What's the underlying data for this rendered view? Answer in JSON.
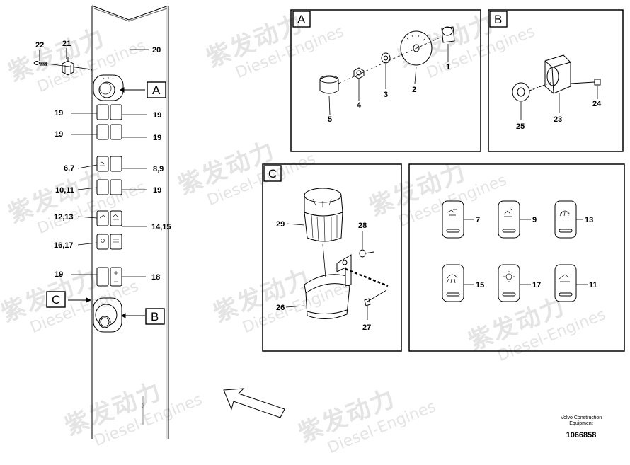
{
  "watermark": {
    "cn": "紫发动力",
    "en": "Diesel-Engines"
  },
  "panel_boxes": {
    "a": "A",
    "b": "B",
    "c": "C"
  },
  "callouts": {
    "n22": "22",
    "n21": "21",
    "n20": "20",
    "n19": "19",
    "n67": "6,7",
    "n89": "8,9",
    "n1011": "10,11",
    "n1213": "12,13",
    "n1415": "14,15",
    "n1617": "16,17",
    "n18": "18",
    "n1": "1",
    "n2": "2",
    "n3": "3",
    "n4": "4",
    "n5": "5",
    "n23": "23",
    "n24": "24",
    "n25": "25",
    "n26": "26",
    "n27": "27",
    "n28": "28",
    "n29": "29",
    "n7": "7",
    "n9": "9",
    "n11": "11",
    "n13": "13",
    "n15": "15",
    "n17": "17"
  },
  "footer": {
    "company": "Volvo Construction",
    "dept": "Equipment",
    "id": "1066858"
  }
}
